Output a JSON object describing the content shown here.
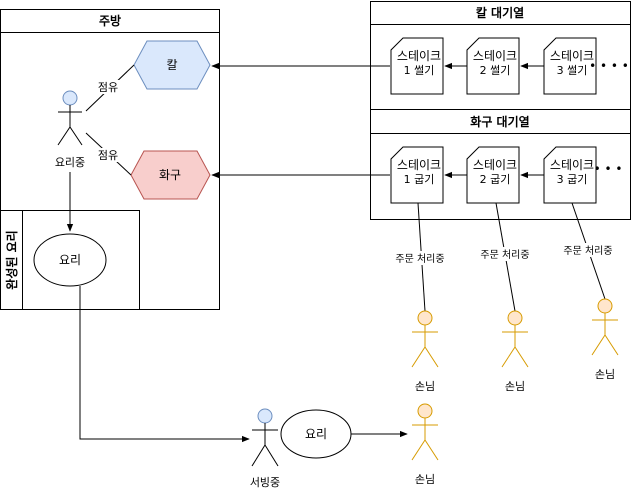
{
  "kitchen": {
    "title": "주방",
    "completed_lane_label": "완성된 요리"
  },
  "resources": {
    "knife": "칼",
    "stove": "화구"
  },
  "cook": {
    "label": "요리중",
    "occupy_knife": "점유",
    "occupy_stove": "점유"
  },
  "dish_in_kitchen": "요리",
  "knife_queue": {
    "title": "칼 대기열",
    "items": [
      {
        "line1": "스테이크",
        "line2": "1 썰기"
      },
      {
        "line1": "스테이크",
        "line2": "2 썰기"
      },
      {
        "line1": "스테이크",
        "line2": "3 썰기"
      }
    ],
    "more": "• • • •"
  },
  "stove_queue": {
    "title": "화구 대기열",
    "items": [
      {
        "line1": "스테이크",
        "line2": "1 굽기"
      },
      {
        "line1": "스테이크",
        "line2": "2 굽기"
      },
      {
        "line1": "스테이크",
        "line2": "3 굽기"
      }
    ],
    "more": "• • •"
  },
  "customers": [
    {
      "label": "손님",
      "order_status": "주문 처리중"
    },
    {
      "label": "손님",
      "order_status": "주문 처리중"
    },
    {
      "label": "손님",
      "order_status": "주문 처리중"
    }
  ],
  "server": {
    "label": "서빙중",
    "dish": "요리"
  },
  "final_customer": {
    "label": "손님"
  },
  "colors": {
    "knife_fill": "#dae8fc",
    "knife_stroke": "#6c8ebf",
    "stove_fill": "#f8cecc",
    "stove_stroke": "#b85450",
    "cook_fill": "#dae8fc",
    "cook_stroke": "#6c8ebf",
    "customer_fill": "#ffe6cc",
    "customer_stroke": "#d79b00"
  }
}
